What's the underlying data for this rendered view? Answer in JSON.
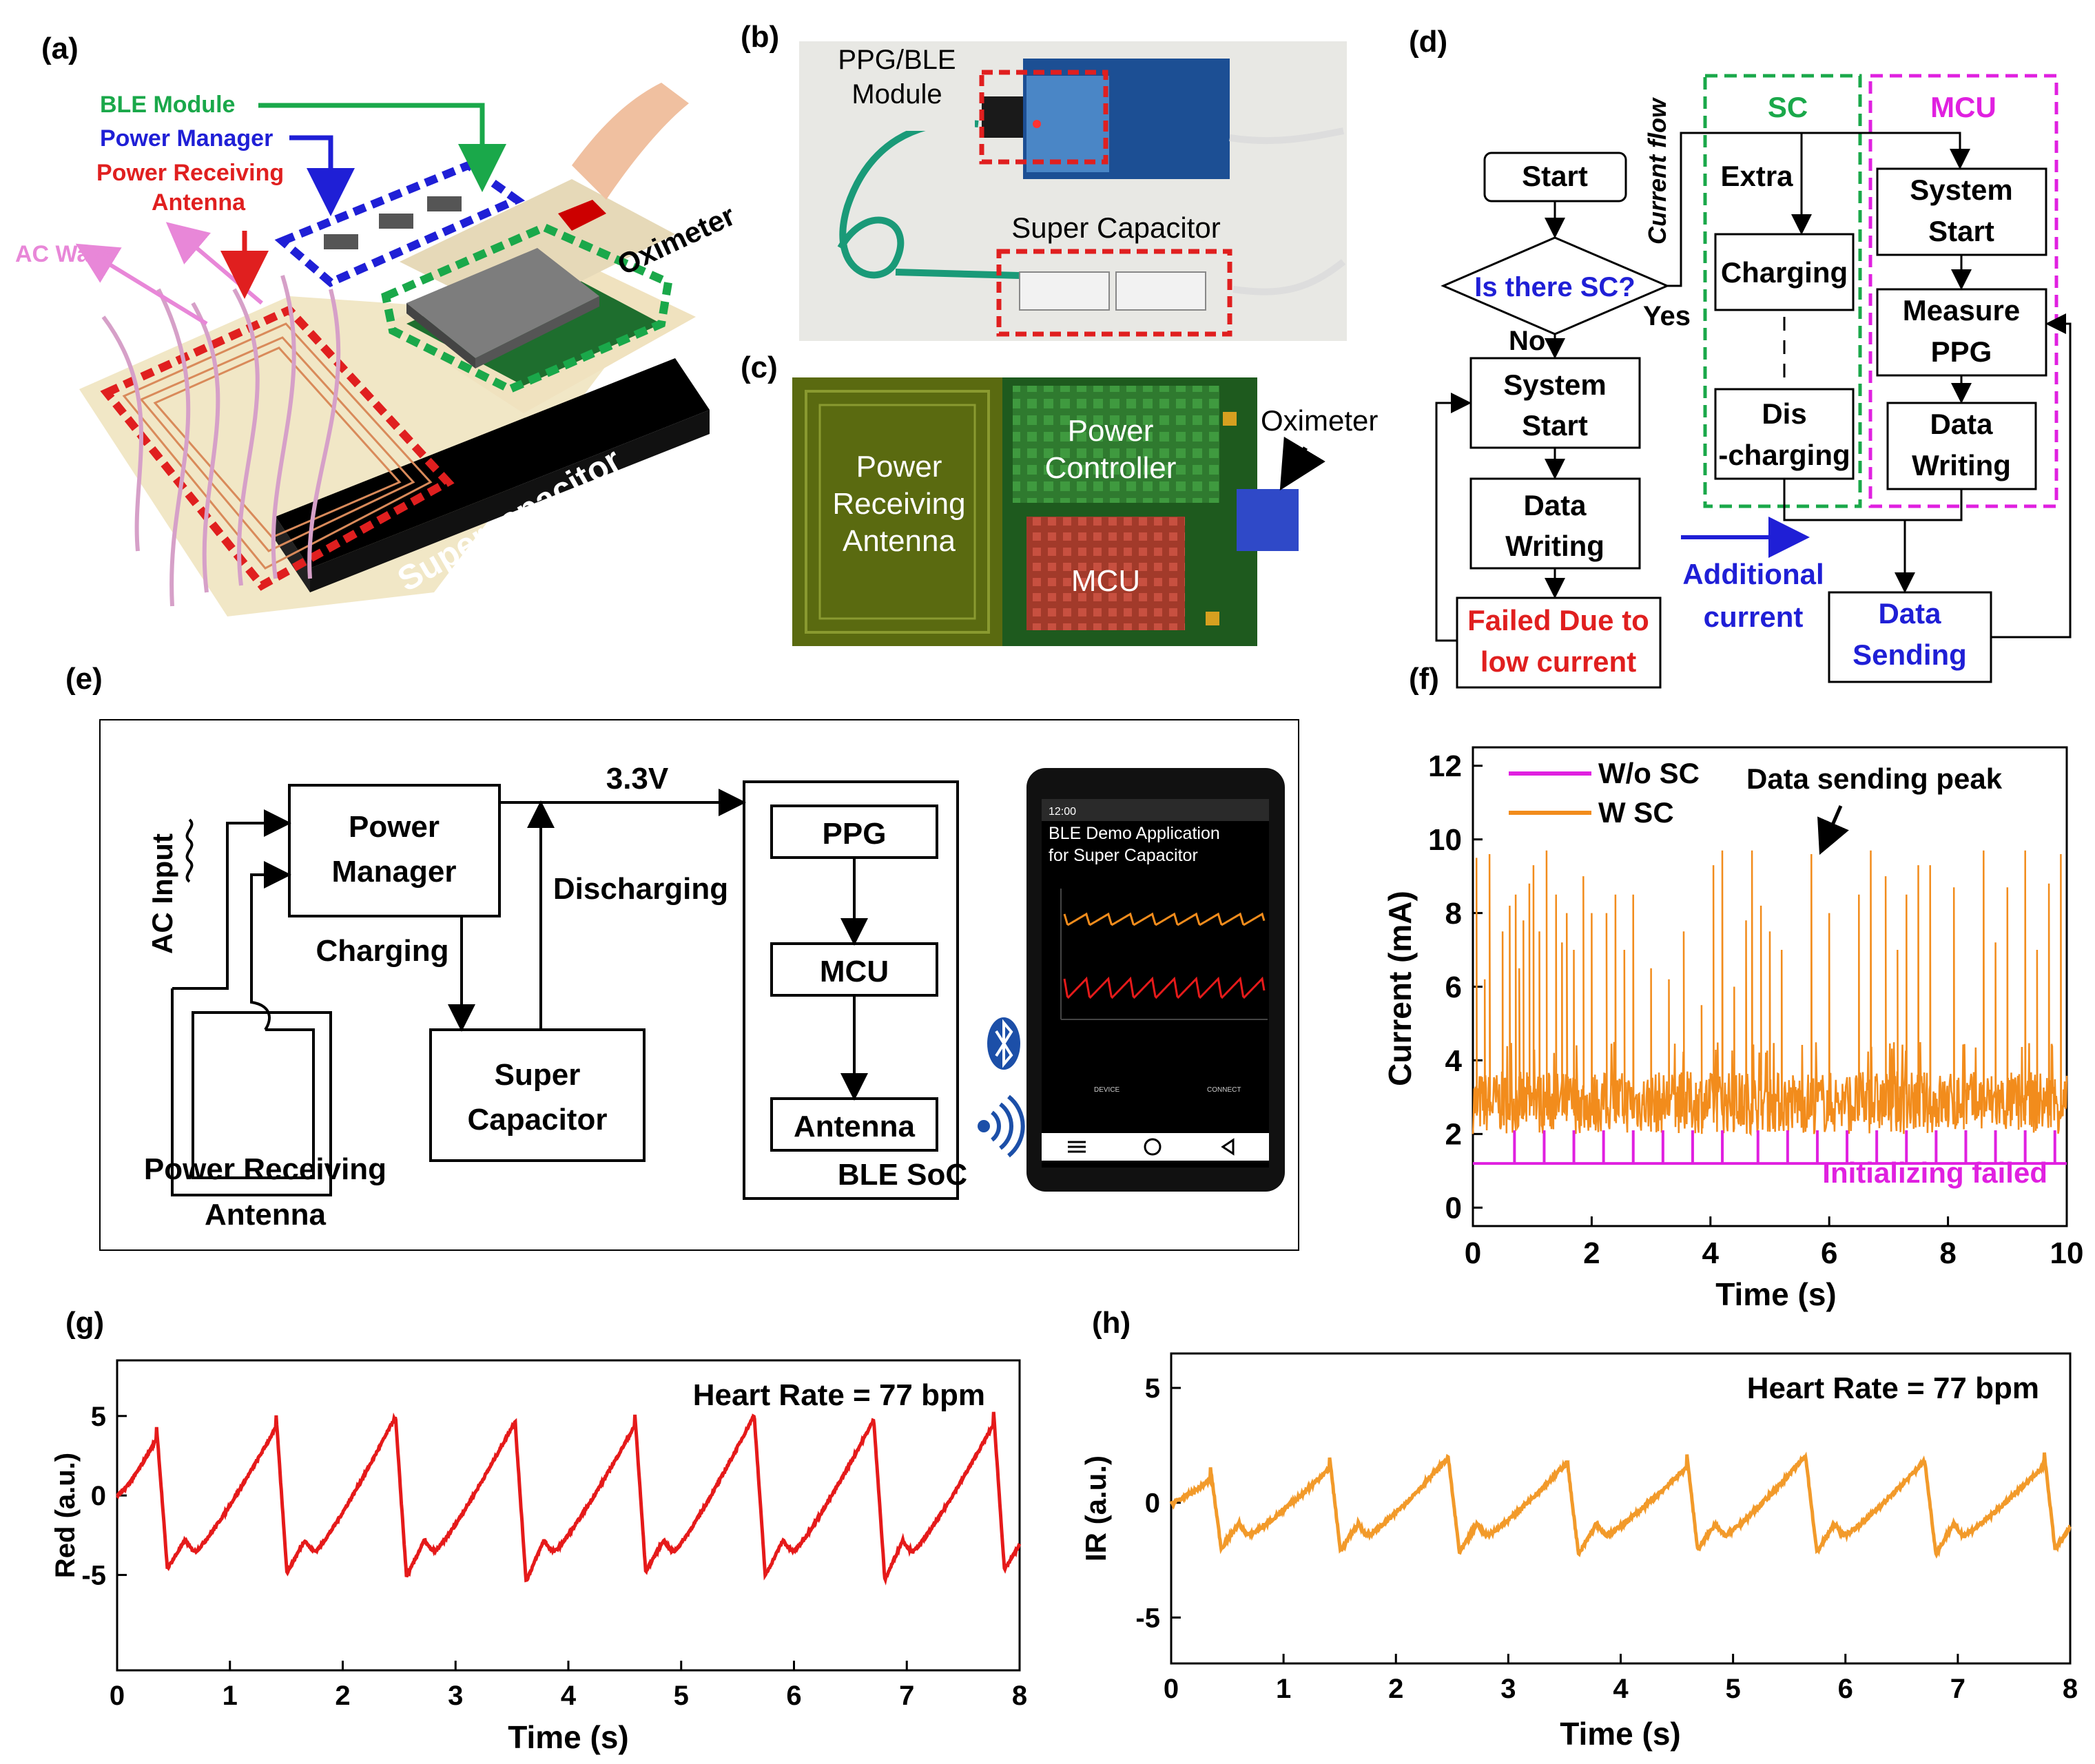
{
  "panels": {
    "a": "(a)",
    "b": "(b)",
    "c": "(c)",
    "d": "(d)",
    "e": "(e)",
    "f": "(f)",
    "g": "(g)",
    "h": "(h)"
  },
  "a": {
    "ble_module": "BLE Module",
    "power_manager": "Power Manager",
    "power_receiving_1": "Power Receiving",
    "power_receiving_2": "Antenna",
    "ac_wave": "AC Wave",
    "oximeter": "Oximeter",
    "supercapacitor": "Supercapacitor",
    "colors": {
      "ble": "#1aa84a",
      "pm": "#1f1fd6",
      "antenna": "#e01f1f",
      "ac": "#e887d8"
    }
  },
  "b": {
    "ppg_1": "PPG/BLE",
    "ppg_2": "Module",
    "super_capacitor": "Super Capacitor"
  },
  "c": {
    "antenna_1": "Power",
    "antenna_2": "Receiving",
    "antenna_3": "Antenna",
    "pc_1": "Power",
    "pc_2": "Controller",
    "mcu": "MCU",
    "oximeter": "Oximeter"
  },
  "d": {
    "start": "Start",
    "question": "Is there SC?",
    "no": "No",
    "yes": "Yes",
    "current_flow": "Current flow",
    "sys_start_1": "System",
    "sys_start_2": "Start",
    "data_writing_1": "Data",
    "data_writing_2": "Writing",
    "failed_1": "Failed Due to",
    "failed_2": "low current",
    "sc": "SC",
    "mcu": "MCU",
    "extra": "Extra",
    "charging": "Charging",
    "dis_1": "Dis",
    "dis_2": "-charging",
    "mcu_sys_1": "System",
    "mcu_sys_2": "Start",
    "measure_1": "Measure",
    "measure_2": "PPG",
    "mcu_dw_1": "Data",
    "mcu_dw_2": "Writing",
    "additional_1": "Additional",
    "additional_2": "current",
    "sending_1": "Data",
    "sending_2": "Sending"
  },
  "e": {
    "ac_input": "AC Input",
    "power_manager_1": "Power",
    "power_manager_2": "Manager",
    "v33": "3.3V",
    "charging": "Charging",
    "discharging": "Discharging",
    "super_cap_1": "Super",
    "super_cap_2": "Capacitor",
    "antenna_1": "Power Receiving",
    "antenna_2": "Antenna",
    "ppg": "PPG",
    "mcu": "MCU",
    "antenna": "Antenna",
    "ble_soc": "BLE SoC",
    "phone_time": "12:00",
    "phone_title_1": "BLE Demo Application",
    "phone_title_2": "for Super Capacitor",
    "phone_device": "DEVICE",
    "phone_connect": "CONNECT"
  },
  "chart_data": [
    {
      "id": "f",
      "type": "line",
      "xlabel": "Time (s)",
      "ylabel": "Current (mA)",
      "xlim": [
        0,
        10
      ],
      "ylim": [
        -0.5,
        12.5
      ],
      "xticks": [
        0,
        2,
        4,
        6,
        8,
        10
      ],
      "yticks": [
        0,
        2,
        4,
        6,
        8,
        10,
        12
      ],
      "series": [
        {
          "name": "W/o SC",
          "color": "#e020e0",
          "baseline": 1.2,
          "spike_value": 2.1,
          "spike_times": [
            0.7,
            1.2,
            1.7,
            2.2,
            2.7,
            3.2,
            3.7,
            4.2,
            4.8,
            5.3,
            5.8,
            6.3,
            6.8,
            7.3,
            7.8,
            8.3,
            8.8,
            9.3,
            9.8
          ]
        },
        {
          "name": "W SC",
          "color": "#f28c1c",
          "baseline_range": [
            2.0,
            3.7
          ],
          "noise_peaks": [
            4.2,
            4.5
          ],
          "peaks": [
            [
              0.06,
              9.5
            ],
            [
              0.2,
              6.2
            ],
            [
              0.28,
              9.6
            ],
            [
              0.5,
              7.5
            ],
            [
              0.62,
              8.2
            ],
            [
              0.72,
              8.5
            ],
            [
              0.78,
              6.5
            ],
            [
              0.85,
              7.8
            ],
            [
              0.95,
              8.8
            ],
            [
              1.02,
              9.3
            ],
            [
              1.12,
              7.5
            ],
            [
              1.24,
              9.7
            ],
            [
              1.4,
              8.5
            ],
            [
              1.5,
              7.2
            ],
            [
              1.58,
              8.0
            ],
            [
              1.7,
              7.0
            ],
            [
              1.86,
              9.0
            ],
            [
              2.0,
              8.0
            ],
            [
              2.25,
              8.0
            ],
            [
              2.4,
              8.5
            ],
            [
              2.55,
              7.0
            ],
            [
              2.7,
              8.5
            ],
            [
              3.0,
              6.5
            ],
            [
              3.3,
              6.2
            ],
            [
              3.55,
              7.5
            ],
            [
              3.85,
              5.5
            ],
            [
              4.05,
              9.3
            ],
            [
              4.2,
              9.7
            ],
            [
              4.4,
              6.0
            ],
            [
              4.6,
              7.8
            ],
            [
              4.7,
              9.7
            ],
            [
              4.85,
              8.2
            ],
            [
              5.0,
              7.5
            ],
            [
              5.2,
              7.0
            ],
            [
              5.7,
              9.6
            ],
            [
              6.0,
              8.0
            ],
            [
              6.5,
              8.5
            ],
            [
              6.7,
              9.7
            ],
            [
              6.95,
              9.0
            ],
            [
              7.15,
              7.0
            ],
            [
              7.3,
              8.5
            ],
            [
              7.5,
              9.3
            ],
            [
              7.7,
              9.3
            ],
            [
              8.1,
              8.7
            ],
            [
              8.6,
              9.7
            ],
            [
              8.8,
              7.2
            ],
            [
              9.0,
              8.7
            ],
            [
              9.3,
              9.7
            ],
            [
              9.5,
              7.0
            ],
            [
              9.7,
              8.8
            ],
            [
              9.9,
              9.6
            ]
          ]
        }
      ],
      "annotations": [
        "Data sending peak",
        "Initializing failed"
      ]
    },
    {
      "id": "g",
      "type": "line",
      "xlabel": "Time (s)",
      "ylabel": "Red (a.u.)",
      "annotation": "Heart Rate =  77 bpm",
      "xlim": [
        0,
        8
      ],
      "ylim": [
        -11,
        8.5
      ],
      "xticks": [
        0,
        1,
        2,
        3,
        4,
        5,
        6,
        7,
        8
      ],
      "yticks": [
        -5,
        0,
        5
      ],
      "color": "#e51a1a",
      "beat_period": 1.06,
      "first_peak": 0.35,
      "peak": [
        4.3,
        5.3
      ],
      "trough": [
        -4.6,
        -5.5
      ],
      "notch": -2.8,
      "notch_dip": -3.5
    },
    {
      "id": "h",
      "type": "line",
      "xlabel": "Time (s)",
      "ylabel": "IR (a.u.)",
      "annotation": "Heart Rate =  77 bpm",
      "xlim": [
        0,
        8
      ],
      "ylim": [
        -7,
        6.5
      ],
      "xticks": [
        0,
        1,
        2,
        3,
        4,
        5,
        6,
        7,
        8
      ],
      "yticks": [
        -5,
        0,
        5
      ],
      "color": "#f29a2a",
      "beat_period": 1.06,
      "first_peak": 0.35,
      "peak": [
        1.5,
        2.2
      ],
      "trough": [
        -2.0,
        -2.3
      ],
      "notch": -0.9,
      "notch_dip": -1.4
    }
  ]
}
